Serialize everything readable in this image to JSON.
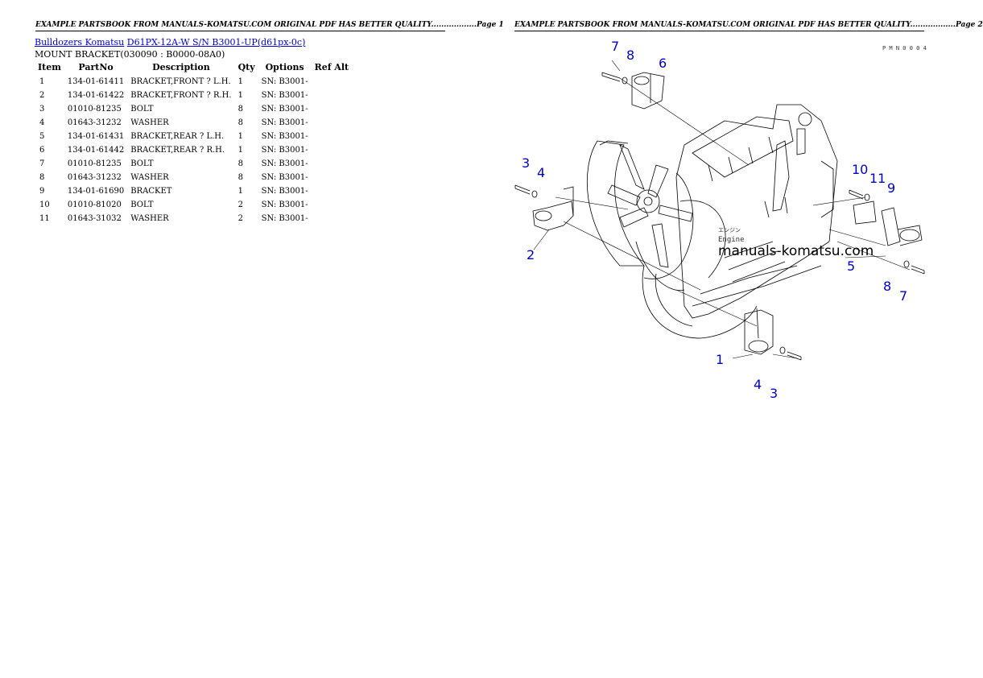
{
  "page1_header": "EXAMPLE PARTSBOOK FROM MANUALS-KOMATSU.COM ORIGINAL PDF HAS BETTER QUALITY..................Page 1",
  "page2_header": "EXAMPLE PARTSBOOK FROM MANUALS-KOMATSU.COM ORIGINAL PDF HAS BETTER QUALITY..................Page 2",
  "breadcrumb": {
    "link1": "Bulldozers Komatsu",
    "link2": "D61PX-12A-W S/N B3001-UP(d61px-0c)"
  },
  "subtitle": "MOUNT BRACKET(030090 : B0000-08A0)",
  "table": {
    "headers": [
      "Item",
      "PartNo",
      "Description",
      "Qty",
      "Options",
      "Ref Alt"
    ],
    "rows": [
      [
        "1",
        "134-01-61411",
        "BRACKET,FRONT ? L.H.",
        "1",
        "SN: B3001-",
        ""
      ],
      [
        "2",
        "134-01-61422",
        "BRACKET,FRONT ? R.H.",
        "1",
        "SN: B3001-",
        ""
      ],
      [
        "3",
        "01010-81235",
        "BOLT",
        "8",
        "SN: B3001-",
        ""
      ],
      [
        "4",
        "01643-31232",
        "WASHER",
        "8",
        "SN: B3001-",
        ""
      ],
      [
        "5",
        "134-01-61431",
        "BRACKET,REAR ? L.H.",
        "1",
        "SN: B3001-",
        ""
      ],
      [
        "6",
        "134-01-61442",
        "BRACKET,REAR ? R.H.",
        "1",
        "SN: B3001-",
        ""
      ],
      [
        "7",
        "01010-81235",
        "BOLT",
        "8",
        "SN: B3001-",
        ""
      ],
      [
        "8",
        "01643-31232",
        "WASHER",
        "8",
        "SN: B3001-",
        ""
      ],
      [
        "9",
        "134-01-61690",
        "BRACKET",
        "1",
        "SN: B3001-",
        ""
      ],
      [
        "10",
        "01010-81020",
        "BOLT",
        "2",
        "SN: B3001-",
        ""
      ],
      [
        "11",
        "01643-31032",
        "WASHER",
        "2",
        "SN: B3001-",
        ""
      ]
    ]
  },
  "diagram": {
    "watermark": "manuals-komatsu.com",
    "engine_label_jp": "エンジン",
    "engine_label": "Engine",
    "ref_code": "P M N 0 0 0 4",
    "callouts": [
      "7",
      "8",
      "6",
      "3",
      "4",
      "2",
      "10",
      "11",
      "9",
      "5",
      "8",
      "7",
      "1",
      "4",
      "3"
    ]
  },
  "colors": {
    "link": "#0000cc",
    "callout": "#0000cc",
    "text": "#000000"
  }
}
